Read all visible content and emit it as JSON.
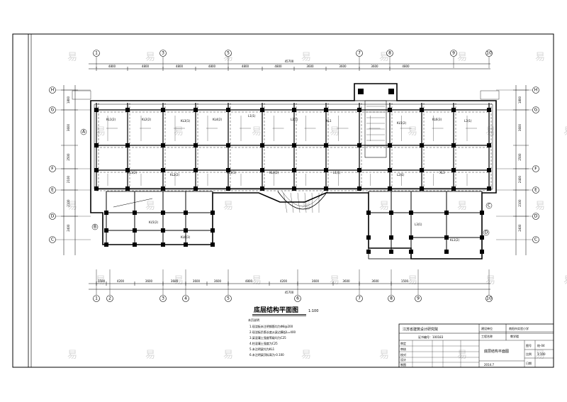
{
  "drawing": {
    "title": "底层结构平面图",
    "scale": "1:100",
    "overall_dimension": "45700",
    "top_dimensions": [
      "4800",
      "4800",
      "4800",
      "4800",
      "4800",
      "4800",
      "3600",
      "3600",
      "3600",
      "4800"
    ],
    "bottom_dimensions": [
      "1500",
      "4200",
      "3600",
      "3600",
      "3600",
      "3600",
      "4800",
      "4200",
      "3600",
      "3600",
      "3600",
      "1500"
    ],
    "left_dimensions": [
      "1800",
      "3600",
      "2500",
      "2100",
      "2100",
      "2400"
    ],
    "right_dimensions": [
      "1800",
      "3600",
      "2500",
      "2400",
      "2100",
      "2400"
    ],
    "top_axis_labels": [
      "1",
      "3",
      "5",
      "7",
      "8",
      "9",
      "10"
    ],
    "bottom_axis_labels": [
      "1",
      "2",
      "3",
      "4",
      "5",
      "6",
      "7",
      "8",
      "9",
      "10"
    ],
    "left_axis_labels": [
      "H",
      "G",
      "F",
      "E",
      "D",
      "C"
    ],
    "right_axis_labels": [
      "H",
      "G",
      "F",
      "E",
      "D",
      "C"
    ],
    "notes": {
      "heading": "本页说明",
      "items": [
        "1.现浇板未注明钢筋均为Φ8@200",
        "2.现浇板负筋长度从梁边算起L=400",
        "3.梁混凝土强度等级均为C25",
        "4.柱混凝土强度为C25",
        "5.未注明梁均为KL1",
        "6.未注明梁顶标高为-0.100"
      ]
    },
    "beam_labels": [
      "KL1(2)",
      "KL2(2)",
      "KL3(1)",
      "KL4(2)",
      "L1(1)",
      "L2(1)",
      "XL1",
      "KL5(2)",
      "KL6(3)",
      "L3(1)"
    ],
    "callout_labels": [
      "A",
      "B",
      "C",
      "D"
    ]
  },
  "title_block": {
    "company": "江苏省建筑设计研究院",
    "cert": "证书编号：100183",
    "project_label": "建设单位",
    "project_value": "南阳市实验小学",
    "item_label": "工程名称",
    "item_value": "教学楼",
    "drawing_name": "底层结构平面图",
    "drawing_no_label": "图号",
    "drawing_no_value": "结-04",
    "date_label": "日期",
    "date_value": "2014.7",
    "scale_label": "比例",
    "scale_value": "1:100",
    "rows": [
      "审定",
      "审核",
      "校对",
      "设计",
      "制图"
    ]
  },
  "watermark": "易"
}
